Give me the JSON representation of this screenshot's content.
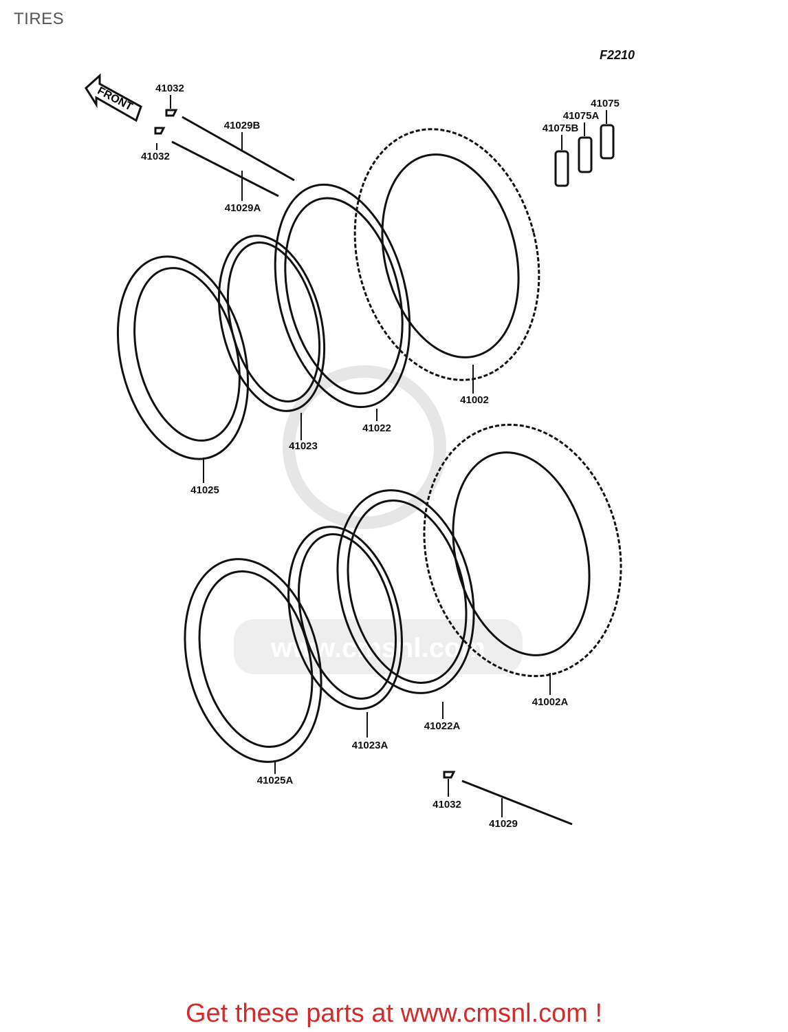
{
  "page": {
    "title": "TIRES",
    "figure_code": "F2210"
  },
  "direction_marker": {
    "text": "FRONT",
    "icon": "front-arrow-icon"
  },
  "watermark": {
    "text": "www.cmsnl.com",
    "brand": "CMS"
  },
  "parts": [
    {
      "id": "41032-top",
      "number": "41032",
      "description": ""
    },
    {
      "id": "41029B",
      "number": "41029B",
      "description": ""
    },
    {
      "id": "41032-mid",
      "number": "41032",
      "description": ""
    },
    {
      "id": "41029A",
      "number": "41029A",
      "description": ""
    },
    {
      "id": "41075",
      "number": "41075",
      "description": ""
    },
    {
      "id": "41075A",
      "number": "41075A",
      "description": ""
    },
    {
      "id": "41075B",
      "number": "41075B",
      "description": ""
    },
    {
      "id": "41002",
      "number": "41002",
      "description": ""
    },
    {
      "id": "41022",
      "number": "41022",
      "description": ""
    },
    {
      "id": "41023",
      "number": "41023",
      "description": ""
    },
    {
      "id": "41025",
      "number": "41025",
      "description": ""
    },
    {
      "id": "41002A",
      "number": "41002A",
      "description": ""
    },
    {
      "id": "41022A",
      "number": "41022A",
      "description": ""
    },
    {
      "id": "41023A",
      "number": "41023A",
      "description": ""
    },
    {
      "id": "41025A",
      "number": "41025A",
      "description": ""
    },
    {
      "id": "41032-bot",
      "number": "41032",
      "description": ""
    },
    {
      "id": "41029",
      "number": "41029",
      "description": ""
    }
  ],
  "footer": {
    "promo_text": "Get these parts at www.cmsnl.com !"
  },
  "colors": {
    "ink": "#111111",
    "footer": "#d42a2a",
    "title": "#555555",
    "watermark": "#e6e6e6"
  }
}
